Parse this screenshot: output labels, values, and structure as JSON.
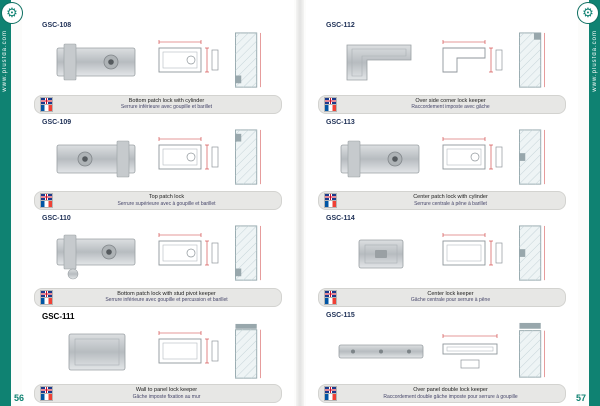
{
  "page": {
    "left_number": "56",
    "right_number": "57",
    "website": "www.plusfda.com"
  },
  "products_left": [
    {
      "code": "GSC-108",
      "en": "Bottom patch lock with cylinder",
      "fr": "Serrure inférieure avec goupille et barillet"
    },
    {
      "code": "GSC-109",
      "en": "Top patch lock",
      "fr": "Serrure supérieure avec à goupille et barillet"
    },
    {
      "code": "GSC-110",
      "en": "Bottom patch lock with stud pivot keeper",
      "fr": "Serrure inférieure avec goupille et percussion et barillet"
    },
    {
      "code": "GSC-111",
      "en": "Wall to panel lock keeper",
      "fr": "Gâche imposte fixation au mur"
    }
  ],
  "products_right": [
    {
      "code": "GSC-112",
      "en": "Over side corner lock keeper",
      "fr": "Raccordement imposte avec gâche"
    },
    {
      "code": "GSC-113",
      "en": "Center patch lock with cylinder",
      "fr": "Serrure centrale à pêne à barillet"
    },
    {
      "code": "GSC-114",
      "en": "Center lock keeper",
      "fr": "Gâche centrale pour serrure à pêne"
    },
    {
      "code": "GSC-115",
      "en": "Over panel double lock keeper",
      "fr": "Raccordement double gâche imposte pour serrure à goupille"
    }
  ]
}
